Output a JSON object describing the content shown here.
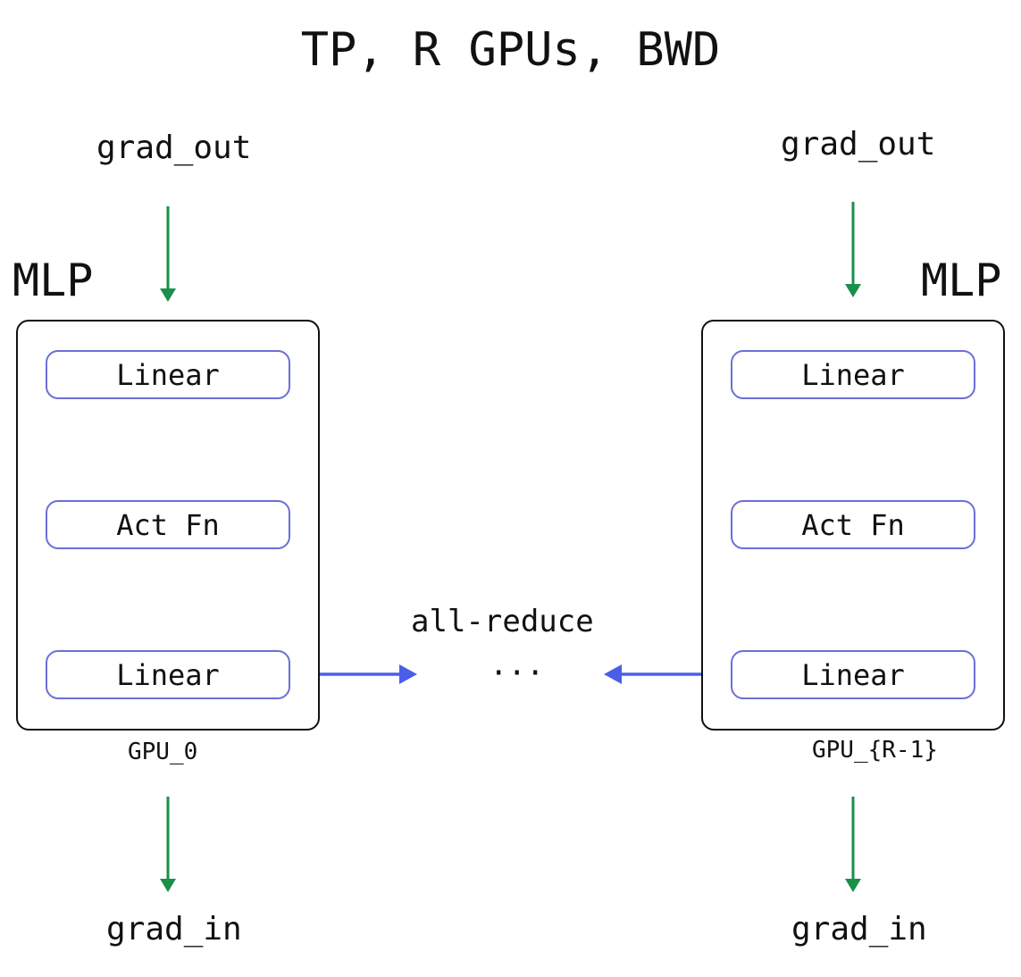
{
  "title": "TP, R GPUs, BWD",
  "left": {
    "input_label": "grad_out",
    "block_label": "MLP",
    "layers": [
      "Linear",
      "Act Fn",
      "Linear"
    ],
    "device_label": "GPU_0",
    "output_label": "grad_in"
  },
  "right": {
    "input_label": "grad_out",
    "block_label": "MLP",
    "layers": [
      "Linear",
      "Act Fn",
      "Linear"
    ],
    "device_label": "GPU_{R-1}",
    "output_label": "grad_in"
  },
  "communication": {
    "label": "all-reduce",
    "ellipsis": "···"
  },
  "colors": {
    "flow_arrow": "#1a8f4a",
    "comm_arrow": "#4a5ee8",
    "layer_border": "#6b6fd6",
    "block_border": "#111111"
  }
}
